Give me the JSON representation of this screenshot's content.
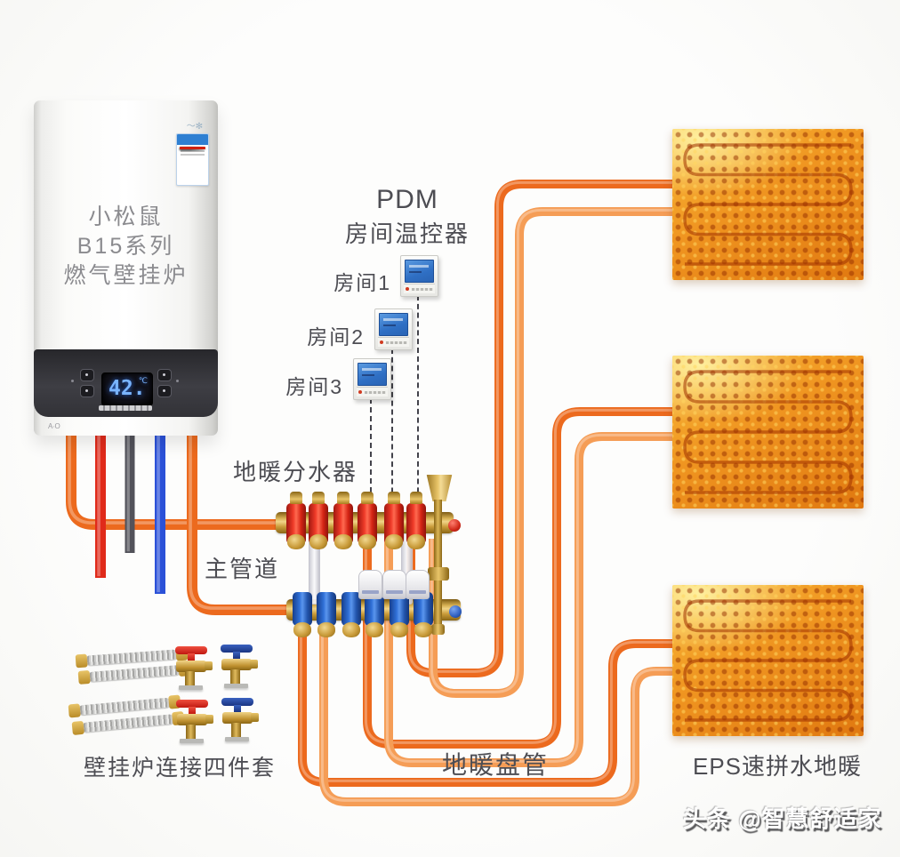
{
  "boiler": {
    "brand_lines": [
      "小松鼠",
      "B15系列",
      "燃气壁挂炉"
    ],
    "display_value": "42.",
    "display_unit": "℃",
    "base_mark": "A∙O"
  },
  "thermostat_group": {
    "title_line1": "PDM",
    "title_line2": "房间温控器",
    "rooms": [
      {
        "label": "房间1"
      },
      {
        "label": "房间2"
      },
      {
        "label": "房间3"
      }
    ]
  },
  "labels": {
    "manifold": "地暖分水器",
    "main_pipe": "主管道",
    "coil_pipe": "地暖盘管",
    "eps_floor": "EPS速拼水地暖",
    "connection_kit": "壁挂炉连接四件套"
  },
  "watermark": "头条 @智慧舒适家",
  "colors": {
    "pipe_dark": "#ec6a1e",
    "pipe_light": "#f59d56",
    "supply_red": "#e02a1a",
    "return_blue": "#2b51d8",
    "gas_gray": "#52525a",
    "brass": "#c89a38",
    "valve_red": "#e03028",
    "valve_blue": "#2f6fd6",
    "panel_orange": "#ef9420",
    "label_gray": "#4d4d53"
  }
}
